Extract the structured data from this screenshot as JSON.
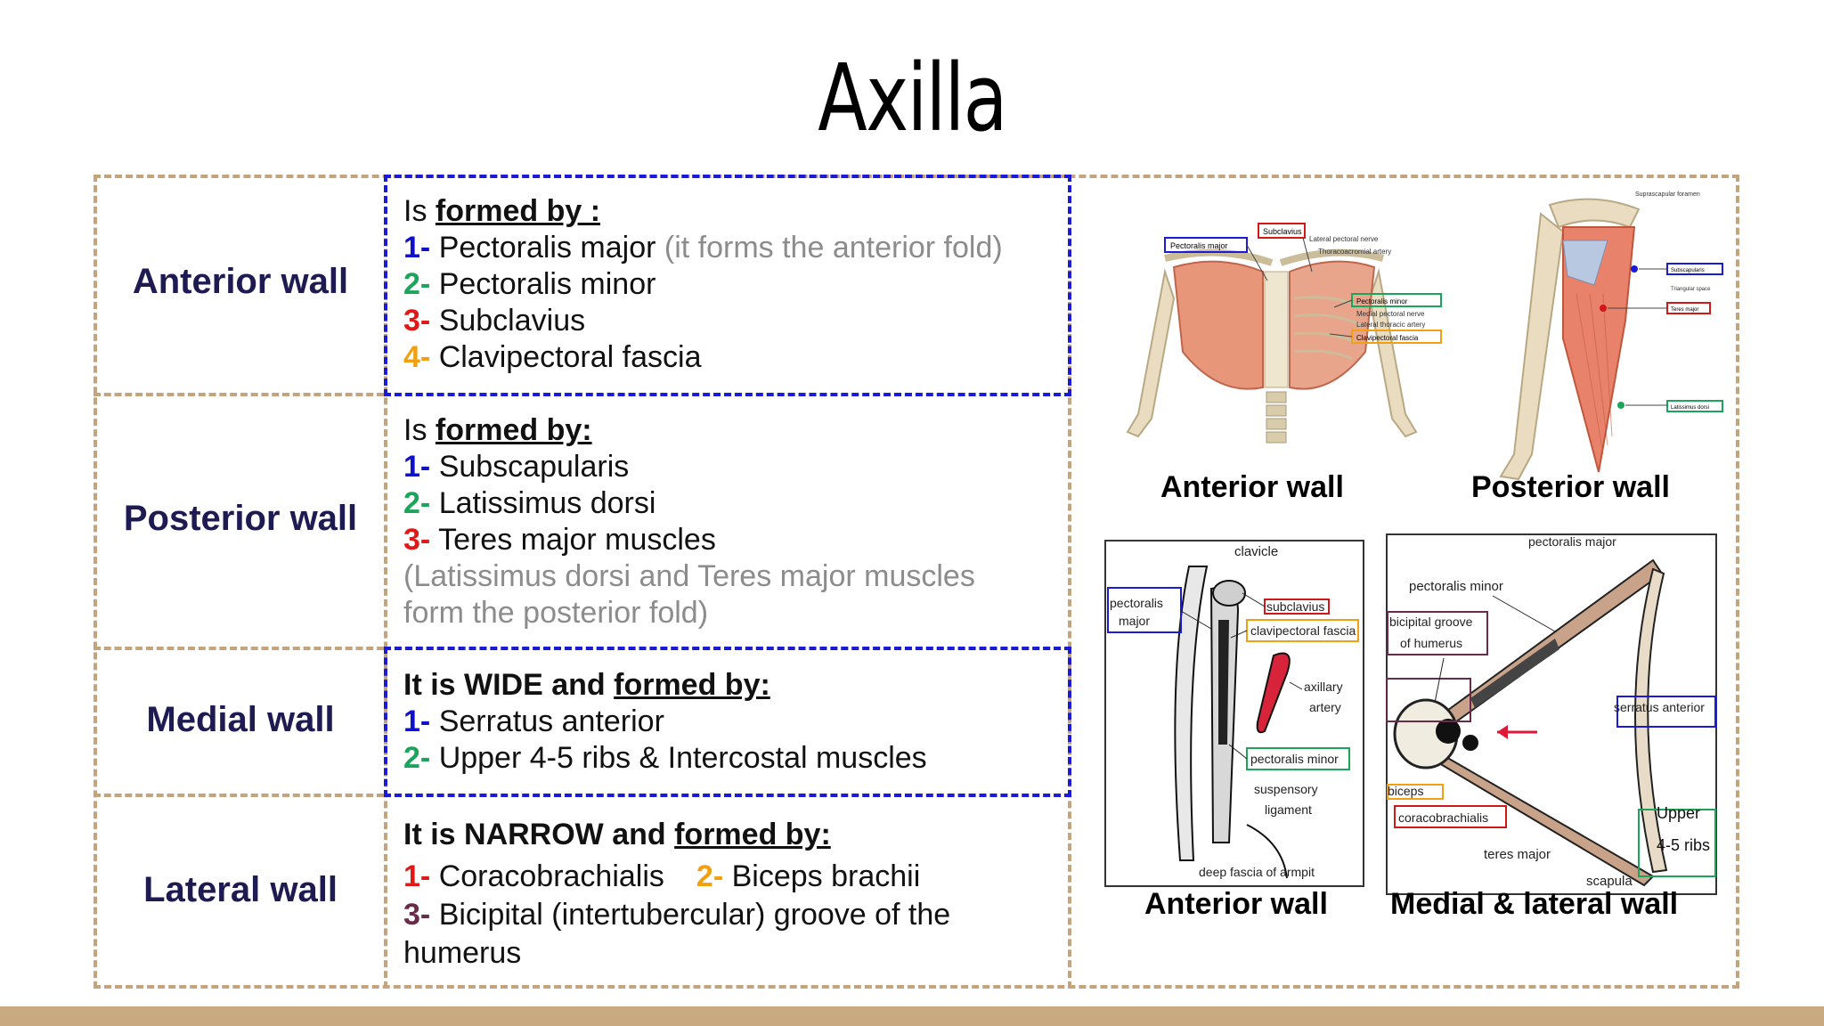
{
  "title": "Axilla",
  "rows": {
    "anterior": {
      "label": "Anterior wall",
      "intro_prefix": "Is ",
      "intro_key": "formed by :",
      "items": [
        {
          "num": "1-",
          "text": "Pectoralis major",
          "note": "(it forms the anterior fold)"
        },
        {
          "num": "2-",
          "text": "Pectoralis minor"
        },
        {
          "num": "3-",
          "text": "Subclavius"
        },
        {
          "num": "4-",
          "text": "Clavipectoral fascia"
        }
      ]
    },
    "posterior": {
      "label": "Posterior wall",
      "intro_prefix": "Is ",
      "intro_key": "formed by:",
      "items": [
        {
          "num": "1-",
          "text": "Subscapularis"
        },
        {
          "num": "2-",
          "text": "Latissimus dorsi"
        },
        {
          "num": "3-",
          "text": "Teres major muscles"
        }
      ],
      "note_line1": "(Latissimus dorsi and Teres major muscles",
      "note_line2": "form the posterior fold)"
    },
    "medial": {
      "label": "Medial wall",
      "intro_prefix": "It is WIDE and ",
      "intro_key": "formed by:",
      "items": [
        {
          "num": "1-",
          "text": "Serratus anterior"
        },
        {
          "num": "2-",
          "text": "Upper 4-5 ribs & Intercostal muscles"
        }
      ]
    },
    "lateral": {
      "label": "Lateral wall",
      "intro_prefix": "It is NARROW and ",
      "intro_key": "formed by:",
      "items": [
        {
          "num": "1-",
          "text": "Coracobrachialis"
        },
        {
          "num": "2-",
          "text": "Biceps brachii"
        },
        {
          "num": "3-",
          "text": "Bicipital (intertubercular) groove of the"
        }
      ],
      "wrap": "humerus"
    }
  },
  "figures": {
    "anterior_photo": {
      "caption": "Anterior wall",
      "labels": [
        "Pectoralis major",
        "Subclavius",
        "Lateral pectoral nerve",
        "Thoracoacromial artery",
        "Pectoralis minor",
        "Medial pectoral nerve",
        "Lateral thoracic artery",
        "Clavipectoral fascia"
      ]
    },
    "posterior_photo": {
      "caption": "Posterior wall",
      "labels": [
        "Suprascapular foramen",
        "Subscapularis",
        "Triangular space",
        "Teres major",
        "Latissimus dorsi"
      ]
    },
    "anterior_diagram": {
      "caption": "Anterior wall",
      "labels": [
        "clavicle",
        "pectoralis",
        "major",
        "subclavius",
        "clavipectoral fascia",
        "axillary",
        "artery",
        "pectoralis minor",
        "suspensory",
        "ligament",
        "deep fascia of armpit"
      ]
    },
    "cross_section": {
      "caption": "Medial & lateral wall",
      "labels": [
        "pectoralis major",
        "pectoralis minor",
        "bicipital groove",
        "of humerus",
        "serratus anterior",
        "biceps",
        "coracobrachialis",
        "teres major",
        "scapula",
        "Upper",
        "4-5 ribs"
      ]
    }
  },
  "colors": {
    "frame": "#c4a47c",
    "blue_box": "#1a1ad8",
    "label": "#1e1a52",
    "num1": "#1010c8",
    "num2": "#1aa55a",
    "num3": "#e01818",
    "num4": "#f0a010",
    "num5": "#6a2a4a",
    "note": "#8c8c8c"
  }
}
